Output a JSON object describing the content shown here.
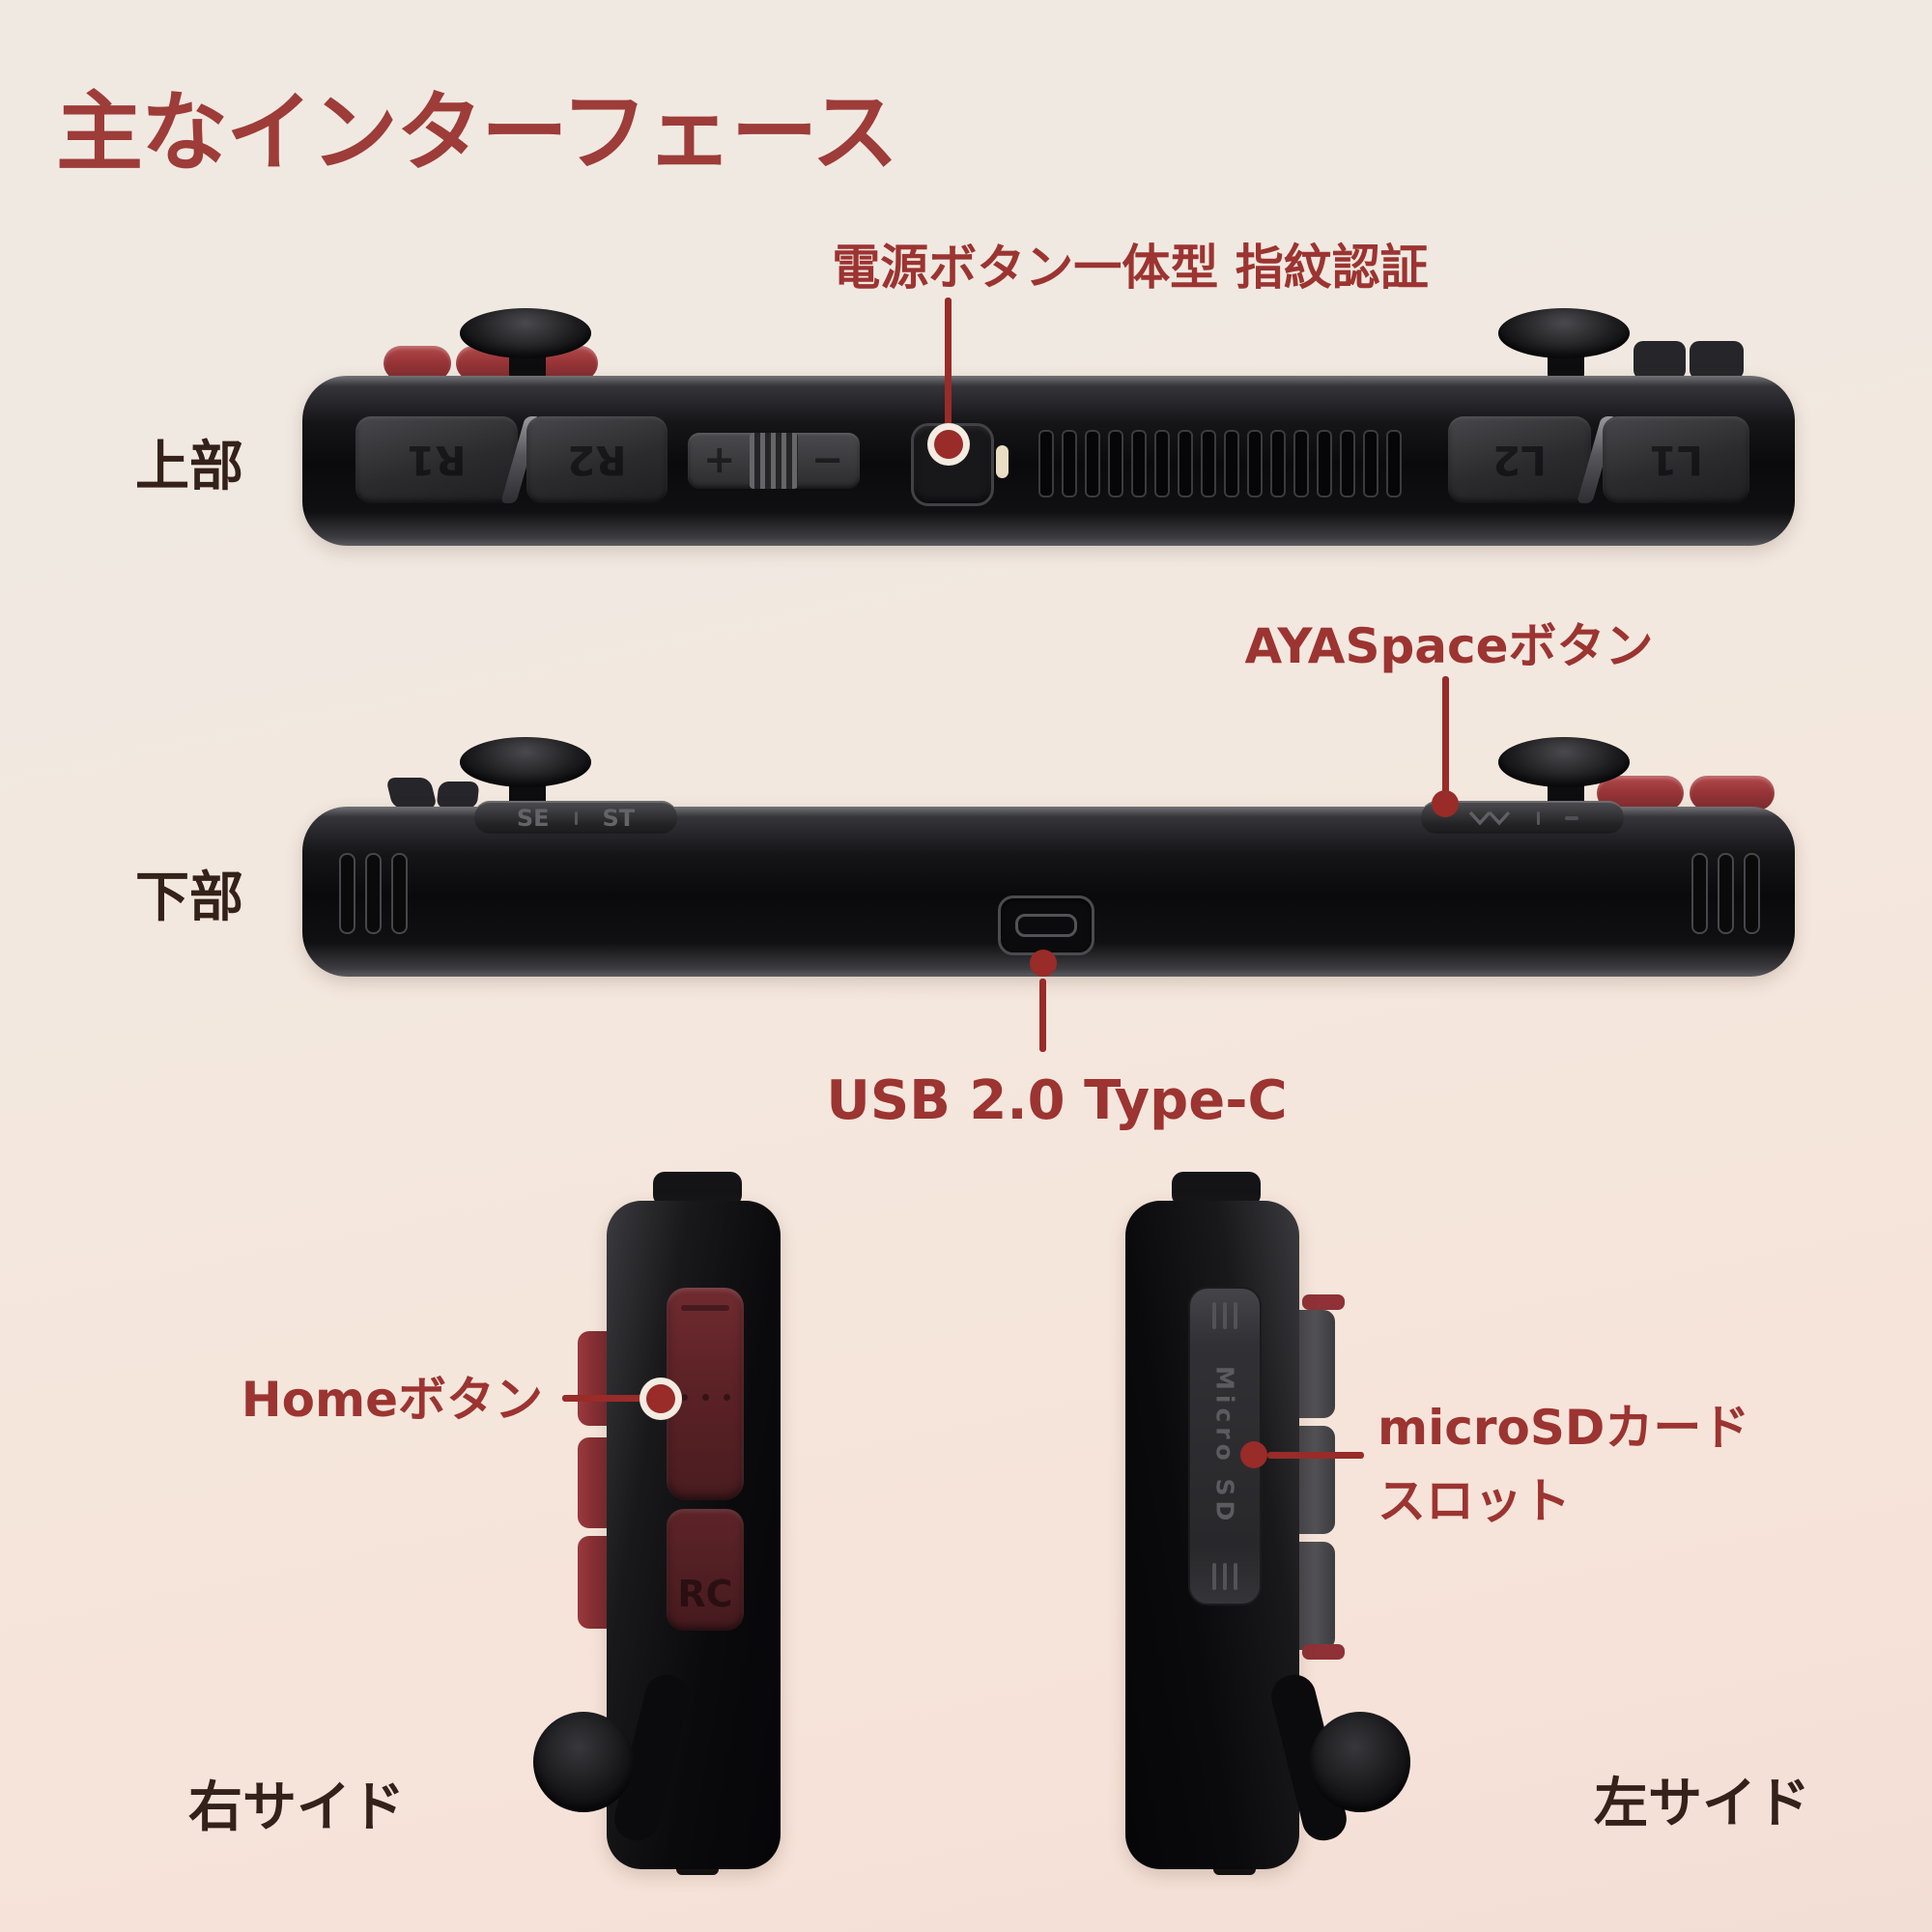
{
  "title": "主なインターフェース",
  "annotations": {
    "power": "電源ボタン一体型 指紋認証",
    "ayaspace": "AYASpaceボタン",
    "usb": "USB 2.0 Type-C",
    "home": "Homeボタン",
    "microsd_line1": "microSDカード",
    "microsd_line2": "スロット"
  },
  "views": {
    "top": {
      "label": "上部",
      "r1": "R1",
      "r2": "R2",
      "l2": "L2",
      "l1": "L1",
      "volume_plus": "+",
      "volume_minus": "−"
    },
    "bottom": {
      "label": "下部",
      "se": "SE",
      "st": "ST"
    },
    "right_side": {
      "label": "右サイド",
      "rc": "RC"
    },
    "left_side": {
      "label": "左サイド",
      "slot": "Micro SD"
    }
  },
  "colors": {
    "accent_red": "#9c3a37",
    "pin_red": "#992b28",
    "label_brown": "#34211a",
    "device_black": "#0c0c0e",
    "button_red": "#a03a3d",
    "background_top": "#efe9e2",
    "background_bottom": "#f5e1d8"
  }
}
